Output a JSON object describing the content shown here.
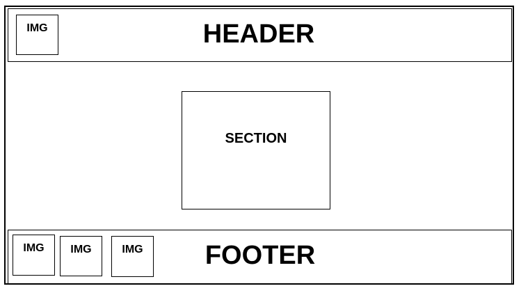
{
  "header": {
    "title": "HEADER",
    "logo_label": "IMG"
  },
  "section": {
    "title": "SECTION"
  },
  "footer": {
    "title": "FOOTER",
    "images": [
      {
        "label": "IMG"
      },
      {
        "label": "IMG"
      },
      {
        "label": "IMG"
      }
    ]
  }
}
